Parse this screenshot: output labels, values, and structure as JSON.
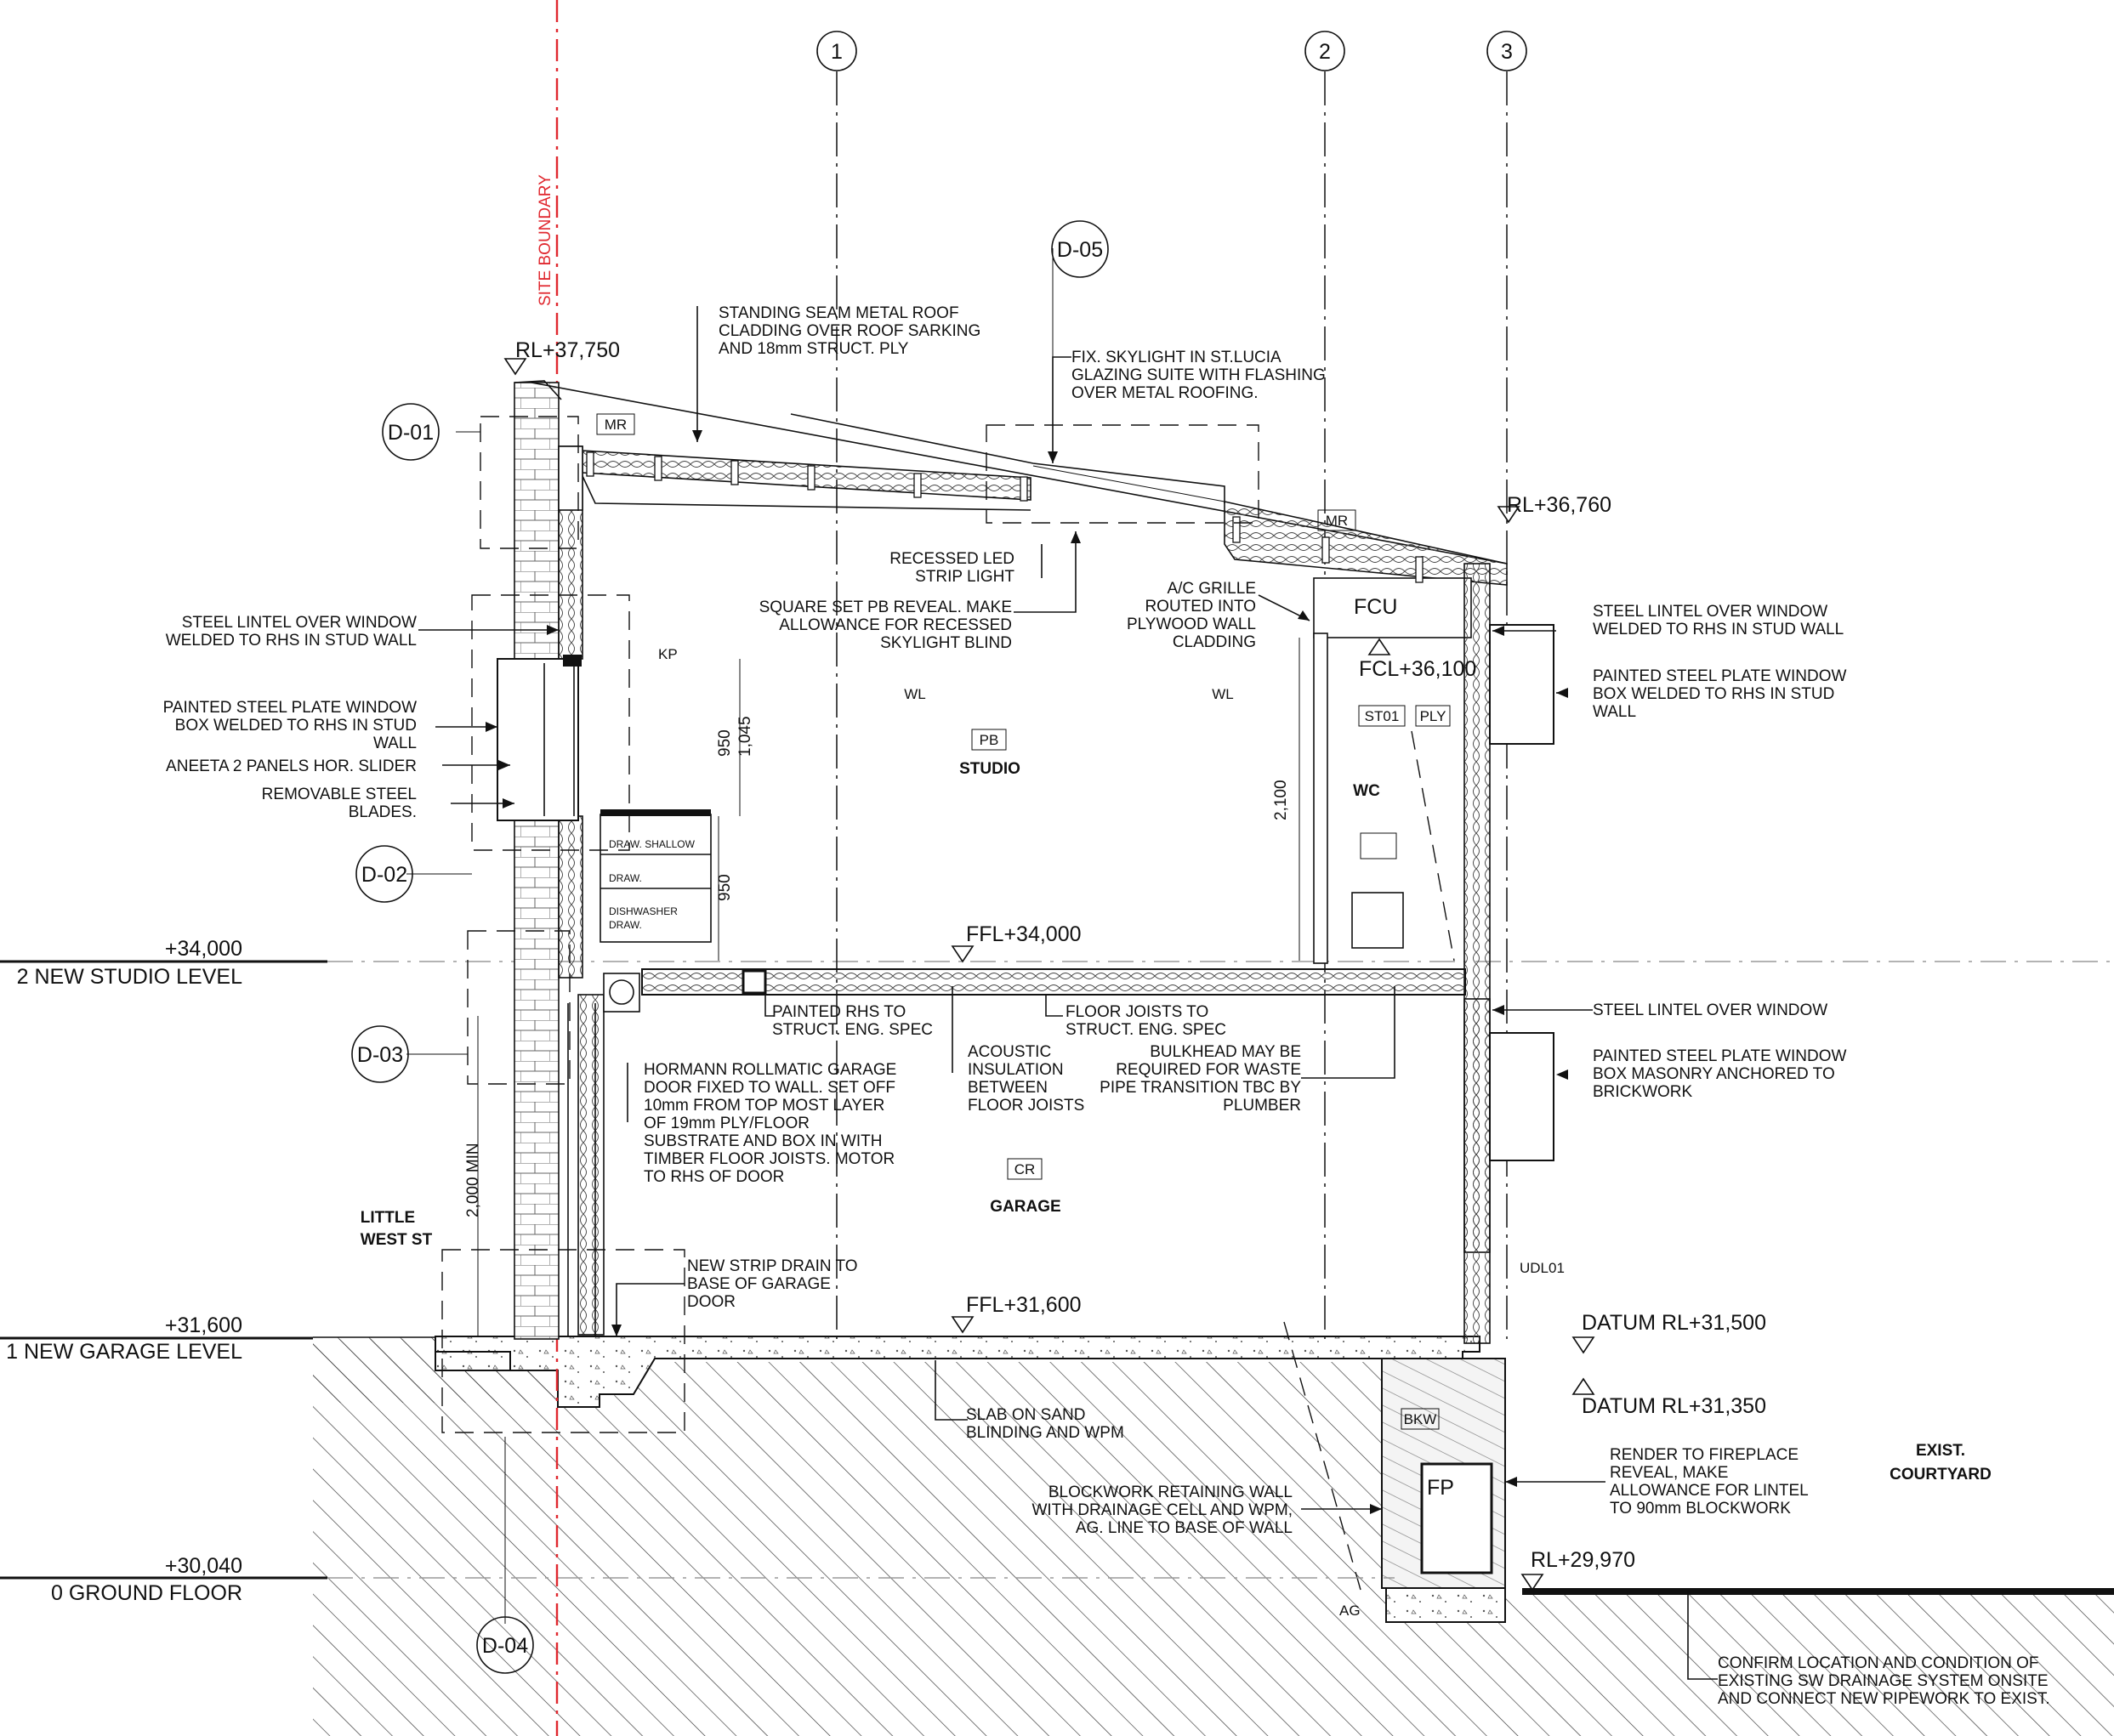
{
  "grid_lines": [
    "1",
    "2",
    "3"
  ],
  "site_boundary": "SITE BOUNDARY",
  "levels": [
    {
      "value": "+34,000",
      "name": "2 NEW STUDIO LEVEL"
    },
    {
      "value": "+31,600",
      "name": "1 NEW GARAGE LEVEL"
    },
    {
      "value": "+30,040",
      "name": "0 GROUND FLOOR"
    }
  ],
  "spot_levels": {
    "rl_top_left": "RL+37,750",
    "rl_top_right": "RL+36,760",
    "fcl": "FCL+36,100",
    "ffl_studio": "FFL+34,000",
    "ffl_garage": "FFL+31,600",
    "datum_upper": "DATUM RL+31,500",
    "datum_lower": "DATUM RL+31,350",
    "rl_ground": "RL+29,970"
  },
  "detail_callouts": [
    "D-01",
    "D-02",
    "D-03",
    "D-04",
    "D-05"
  ],
  "rooms": {
    "studio": "STUDIO",
    "wc": "WC",
    "garage": "GARAGE"
  },
  "material_tags": {
    "mr1": "MR",
    "mr2": "MR",
    "pb": "PB",
    "st01": "ST01",
    "ply": "PLY",
    "cr": "CR",
    "bkw": "BKW",
    "udl01": "UDL01",
    "fp": "FP",
    "fcu": "FCU",
    "kp": "KP",
    "wl1": "WL",
    "wl2": "WL",
    "ag": "AG"
  },
  "dimensions": {
    "d950a": "950",
    "d1045": "1,045",
    "d950b": "950",
    "d2100": "2,100",
    "d2000": "2,000 MIN"
  },
  "joinery": {
    "draw_shallow": "DRAW. SHALLOW",
    "draw": "DRAW.",
    "dishwasher": [
      "DISHWASHER",
      "DRAW."
    ]
  },
  "street_label": [
    "LITTLE",
    "WEST ST"
  ],
  "courtyard_label": [
    "EXIST.",
    "COURTYARD"
  ],
  "notes": {
    "roof": [
      "STANDING SEAM METAL ROOF",
      "CLADDING OVER ROOF SARKING",
      "AND 18mm STRUCT. PLY"
    ],
    "skylight": [
      "FIX. SKYLIGHT IN ST.LUCIA",
      "GLAZING SUITE WITH FLASHING",
      "OVER METAL ROOFING."
    ],
    "led": [
      "RECESSED LED",
      "STRIP LIGHT"
    ],
    "reveal": [
      "SQUARE SET PB REVEAL. MAKE",
      "ALLOWANCE FOR RECESSED",
      "SKYLIGHT BLIND"
    ],
    "ac": [
      "A/C GRILLE",
      "ROUTED INTO",
      "PLYWOOD WALL",
      "CLADDING"
    ],
    "lintel_left": [
      "STEEL LINTEL OVER WINDOW",
      "WELDED TO RHS IN STUD WALL"
    ],
    "window_box_left": [
      "PAINTED STEEL PLATE WINDOW",
      "BOX WELDED TO RHS IN STUD",
      "WALL"
    ],
    "slider": [
      "ANEETA 2 PANELS HOR. SLIDER"
    ],
    "blades": [
      "REMOVABLE STEEL",
      "BLADES."
    ],
    "lintel_right": [
      "STEEL LINTEL OVER WINDOW",
      "WELDED TO RHS IN STUD WALL"
    ],
    "window_box_right": [
      "PAINTED STEEL PLATE WINDOW",
      "BOX WELDED TO RHS IN STUD",
      "WALL"
    ],
    "rhs": [
      "PAINTED RHS TO",
      "STRUCT. ENG. SPEC"
    ],
    "joists": [
      "FLOOR JOISTS TO",
      "STRUCT. ENG. SPEC"
    ],
    "acoustic": [
      "ACOUSTIC",
      "INSULATION",
      "BETWEEN",
      "FLOOR JOISTS"
    ],
    "bulkhead": [
      "BULKHEAD MAY BE",
      "REQUIRED FOR WASTE",
      "PIPE TRANSITION TBC BY",
      "PLUMBER"
    ],
    "garage_door": [
      "HORMANN ROLLMATIC GARAGE",
      "DOOR FIXED TO WALL. SET OFF",
      "10mm FROM TOP MOST LAYER",
      "OF 19mm PLY/FLOOR",
      "SUBSTRATE AND BOX IN WITH",
      "TIMBER FLOOR JOISTS. MOTOR",
      "TO RHS OF DOOR"
    ],
    "lintel_lower": [
      "STEEL LINTEL OVER WINDOW"
    ],
    "window_box_lower": [
      "PAINTED STEEL PLATE WINDOW",
      "BOX MASONRY ANCHORED TO",
      "BRICKWORK"
    ],
    "drain": [
      "NEW STRIP DRAIN TO",
      "BASE OF GARAGE",
      "DOOR"
    ],
    "slab": [
      "SLAB ON SAND",
      "BLINDING AND WPM"
    ],
    "fireplace": [
      "RENDER TO FIREPLACE",
      "REVEAL, MAKE",
      "ALLOWANCE FOR LINTEL",
      "TO 90mm BLOCKWORK"
    ],
    "retaining": [
      "BLOCKWORK RETAINING WALL",
      "WITH DRAINAGE CELL AND WPM,",
      "AG. LINE TO BASE OF WALL"
    ],
    "sw": [
      "CONFIRM LOCATION AND CONDITION OF",
      "EXISTING SW DRAINAGE SYSTEM ONSITE",
      "AND CONNECT NEW PIPEWORK TO EXIST."
    ]
  }
}
